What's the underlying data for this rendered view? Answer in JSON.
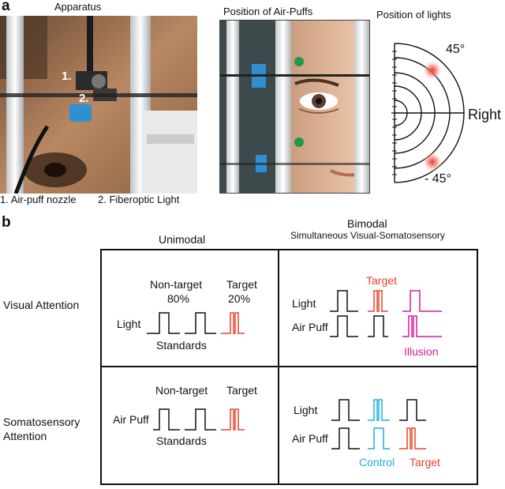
{
  "panel_a": {
    "letter": "a",
    "apparatus_title": "Apparatus",
    "puffs_title": "Position of Air-Puffs",
    "lights_title": "Position of lights",
    "label_1": "1.",
    "label_2": "2.",
    "caption_1": "1. Air-puff nozzle",
    "caption_2": "2. Fiberoptic Light",
    "angle_top": "45°",
    "angle_bottom": "- 45°",
    "right_label": "Right",
    "light_color": "#e8362c",
    "puff_dot_color": "#1a9a4a"
  },
  "panel_b": {
    "letter": "b",
    "unimodal_header": "Unimodal",
    "bimodal_header": "Bimodal",
    "bimodal_subheader": "Simultaneous Visual-Somatosensory",
    "row_visual": "Visual Attention",
    "row_somato_1": "Somatosensory",
    "row_somato_2": "Attention",
    "cell_vu": {
      "nontarget": "Non-target",
      "nontarget_pct": "80%",
      "target": "Target",
      "target_pct": "20%",
      "light": "Light",
      "standards": "Standards"
    },
    "cell_vb": {
      "target": "Target",
      "light": "Light",
      "airpuff": "Air Puff",
      "illusion": "Illusion"
    },
    "cell_su": {
      "nontarget": "Non-target",
      "target": "Target",
      "airpuff": "Air Puff",
      "standards": "Standards"
    },
    "cell_sb": {
      "light": "Light",
      "airpuff": "Air Puff",
      "control": "Control",
      "target": "Target"
    },
    "colors": {
      "target": "#e8432a",
      "illusion": "#d21e9b",
      "control": "#1ab0de",
      "standard": "#111111"
    }
  }
}
